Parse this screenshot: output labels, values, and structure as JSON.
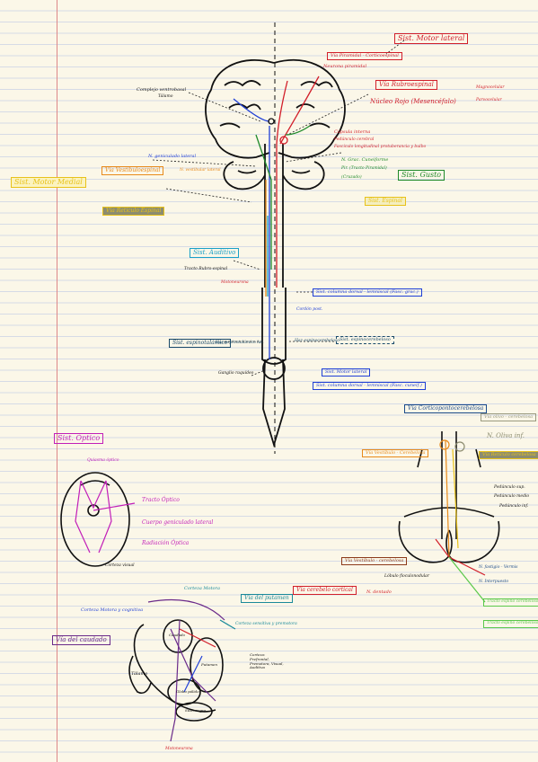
{
  "colors": {
    "ink": "#111",
    "red": "#d21f2a",
    "blue": "#1f3fd6",
    "green": "#1f8a2a",
    "orange": "#e88a1a",
    "magenta": "#c21fb8",
    "teal": "#1a8a9a",
    "purple": "#6a2a8a",
    "yellow": "#e8c21a",
    "gray": "#8c8c70",
    "cyan": "#1aa0c8",
    "lime": "#5ac84a"
  },
  "labels": {
    "sist_motor_lateral": "Sist. Motor lateral",
    "via_piramidal": "Vía Piramidal - Corticoespinal",
    "neurona_piramidal": "Neurona piramidal",
    "via_rubroespinal": "Vía Rubroespinal",
    "nucleo_rojo": "Núcleo Rojo (Mesencéfalo)",
    "magnocelular": "Magnocelular",
    "parvocelular": "Parvocelular",
    "complejo_ventrobasal": "Complejo ventrobasal",
    "talamo": "Tálamo",
    "capsula_interna": "Cápsula interna",
    "pedunculo_cerebral": "Pedúnculo cerebral",
    "fasciculo_longitudinal": "Fascículo longitudinal protuberancia y bulbo",
    "n_grac_cuneiforme": "N. Grac. Cuneiforme",
    "piramide": "Pir. (Tracto Piramidal)",
    "decusacion": "(Cruzado)",
    "n_geniculado": "N. geniculado lateral",
    "via_vestibuloespinal": "Vía Vestibuloespinal",
    "n_vestibular_lateral": "N. vestibular lateral",
    "sist_motor_medial": "Sist. Motor Medial",
    "via_reticuloespinal": "Vía Retículo Espinal",
    "sist_gusto": "Sist. Gusto",
    "sist_espinal": "Sist. Espinal",
    "sist_auditivo": "Sist. Auditivo",
    "tracto_rubroespinal": "Tracto Rubro-espinal",
    "motoneurona": "Motoneurona",
    "sist_columna_dorsal_lemniscal_1": "Sist. columna dorsal - lemniscal (Fasc. grac.)",
    "cordon_post": "Cordón post.",
    "sist_espinotalamico": "Sist. espinotalámico",
    "haz_espinotalamico": "Haz espinotalámico lat.",
    "haz_espinocerebeloso": "Haz espinocerebeloso",
    "sist_espinocerebeloso": "Sist. espinocerebeloso",
    "ganglio_raquideo": "Ganglio raquídeo",
    "sist_motor_lateral_2": "Sist. Motor lateral",
    "sist_columna_dorsal_lemniscal_2": "Sist. columna dorsal - lemniscal (Fasc. cuneif.)",
    "sist_optico": "Sist. Óptico",
    "quiasma_optico": "Quiasma óptico",
    "tracto_optico": "Tracto Óptico",
    "cuerpo_geniculado": "Cuerpo geniculado lateral",
    "radiacion_optica": "Radiación Óptica",
    "corteza_visual": "Corteza visual",
    "via_corticopontocerebelosa": "Vía Corticopontocerebelosa",
    "via_olivo_cerebelosa": "Vía olivo - cerebelosa",
    "n_oliva_inf": "N. Oliva inf.",
    "via_vestibulo_cerebelosa": "Vía Vestíbulo - Cerebelosa",
    "via_reticulo_cerebelosa": "Vía Retículo cerebelosa",
    "pedunculo_sup": "Pedúnculo sup.",
    "pedunculo_medio": "Pedúnculo medio",
    "pedunculo_inf": "Pedúnculo inf.",
    "via_vestibulo_cerebelosa_2": "Vía Vestíbulo - cerebelosa",
    "lobulo_floculonodular": "Lóbulo floculonodular",
    "via_cerebelo_cortical": "Vía cerebelo cortical",
    "n_dentado": "N. dentado",
    "n_fastigio": "N. fastigio - Vermis",
    "n_interpuesto": "N. Interpuesto",
    "via_espinocerebelosa": "Tracto espino cerebeloso dorsal",
    "tracto_espinocerebeloso_ventral": "Tracto espino cerebeloso ventral",
    "corteza_motora": "Corteza Motora",
    "corteza_motora_primaria": "Corteza Motora y cognitiva",
    "via_del_caudado": "Vía del caudado",
    "via_del_putamen": "Vía del putamen",
    "corteza_sensitiva": "Corteza sensitiva y premotora",
    "corteza_lista": "Corteza: Prefrontal, Premotora, Visual, Auditiva",
    "talamo_2": "Tálamo",
    "caudado": "Caudado",
    "putamen": "Putamen",
    "globo_palido": "Globo pálido",
    "sustancia_negra": "Sust. negra",
    "motoneurona_2": "Motoneurona"
  }
}
